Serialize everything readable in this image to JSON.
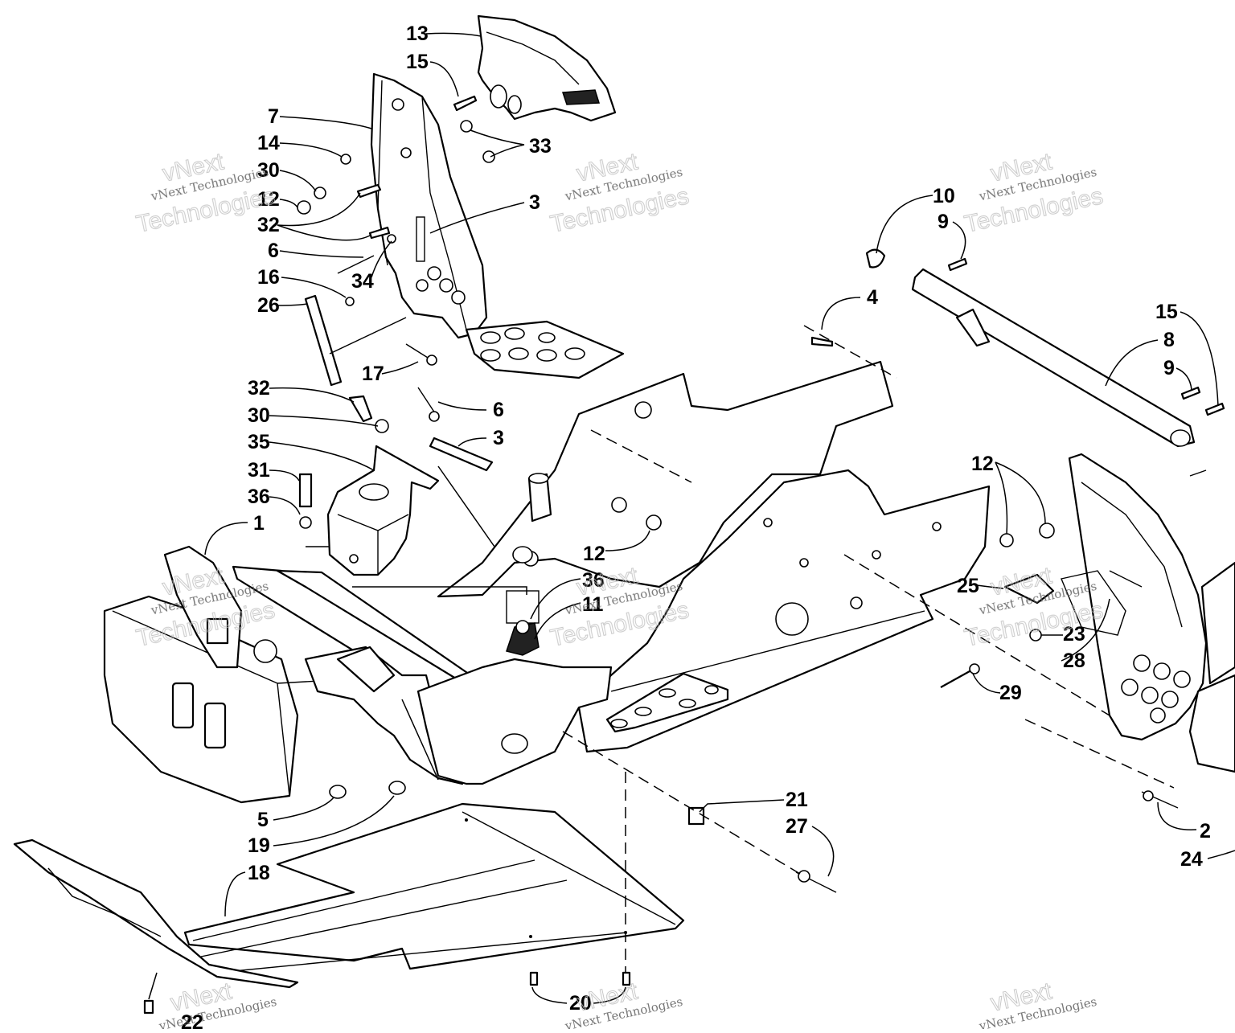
{
  "diagram": {
    "callouts": [
      "1",
      "2",
      "3",
      "3",
      "4",
      "5",
      "6",
      "6",
      "7",
      "8",
      "9",
      "9",
      "10",
      "11",
      "12",
      "12",
      "12",
      "13",
      "14",
      "15",
      "15",
      "16",
      "17",
      "18",
      "19",
      "20",
      "21",
      "22",
      "23",
      "24",
      "25",
      "26",
      "27",
      "28",
      "29",
      "30",
      "30",
      "31",
      "32",
      "32",
      "33",
      "34",
      "35",
      "36",
      "36"
    ],
    "parts": [
      {
        "id": "chassis-frame",
        "callout": "1"
      },
      {
        "id": "steering-post",
        "callout": "7"
      },
      {
        "id": "headlight-housing",
        "callout": "13"
      },
      {
        "id": "cross-bar",
        "callout": "8"
      },
      {
        "id": "side-panel",
        "callout": "24"
      },
      {
        "id": "belly-pan",
        "callout": "18"
      },
      {
        "id": "ski-skid",
        "callout": "22"
      },
      {
        "id": "steering-support",
        "callout": "35"
      },
      {
        "id": "rod",
        "callout": "26"
      }
    ]
  },
  "watermark": {
    "line": "vNext Technologies",
    "big_word_1": "vNext",
    "big_word_2": "Technologies"
  }
}
